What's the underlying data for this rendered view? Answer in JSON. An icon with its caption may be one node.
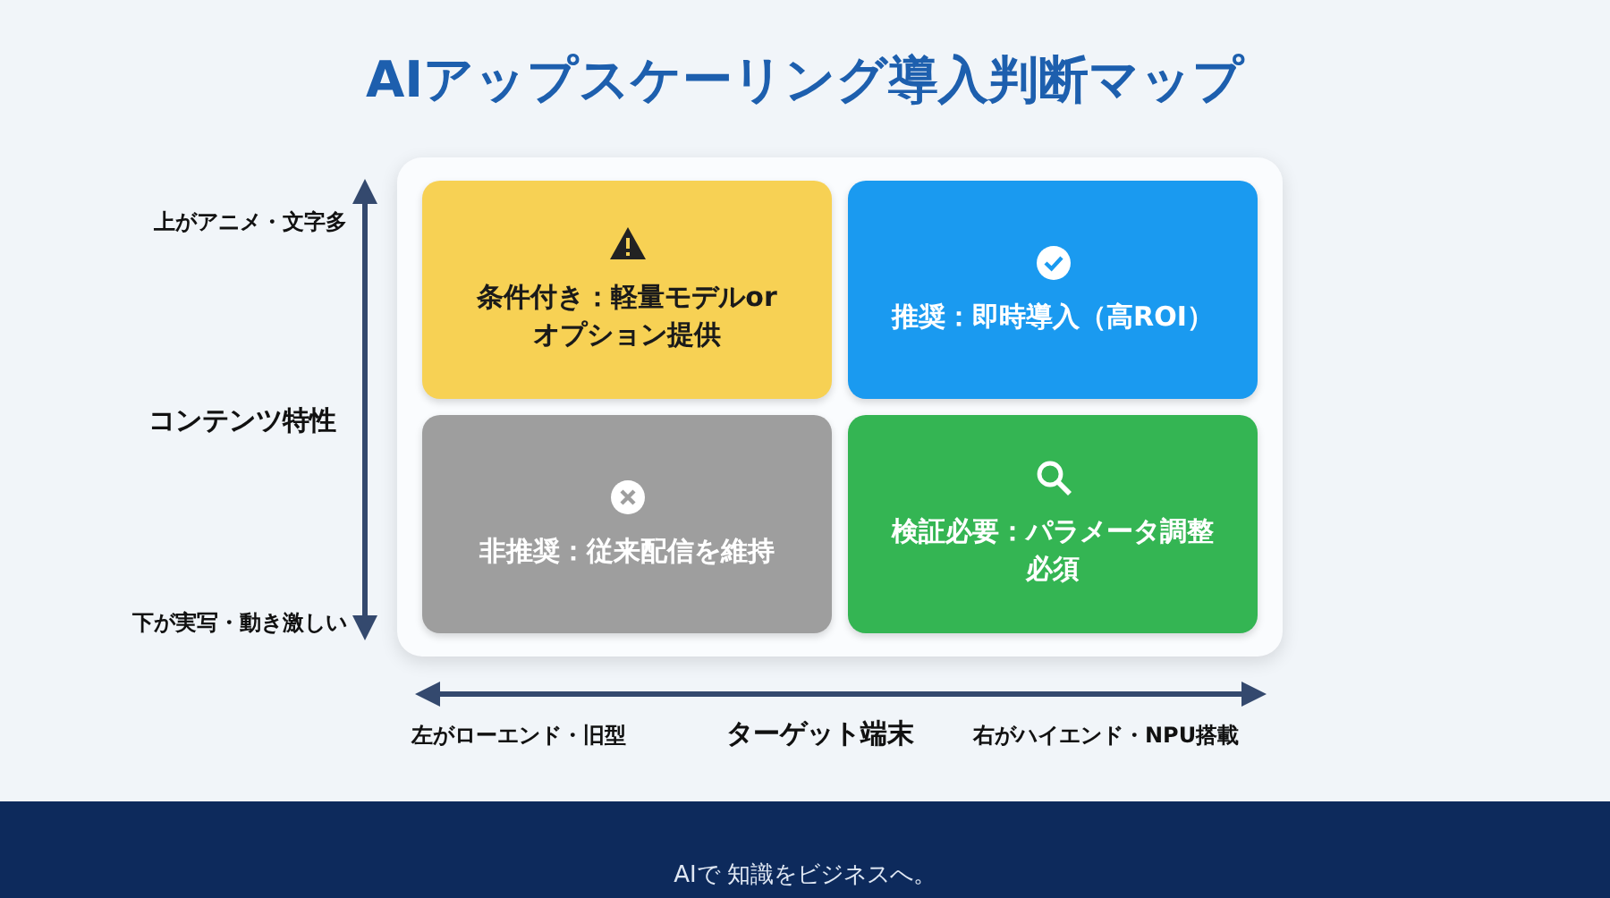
{
  "diagram": {
    "title": "AIアップスケーリング導入判断マップ",
    "nodes": [
      {
        "text": [
          "条件付き：軽量モデルorオプション提供"
        ]
      },
      {
        "text": [
          "推奨：即時導入（高ROI）"
        ]
      },
      {
        "text": [
          "非推奨：従来配信を維持"
        ]
      },
      {
        "text": [
          "検証必要：パラメータ調整必須"
        ]
      }
    ],
    "labels": [
      "上がアニメ・文字多",
      "コンテンツ特性",
      "下が実写・動き激しい",
      "左がローエンド・旧型",
      "ターゲット端末",
      "右がハイエンド・NPU搭載",
      "AIで 知識をビジネスへ。"
    ]
  }
}
